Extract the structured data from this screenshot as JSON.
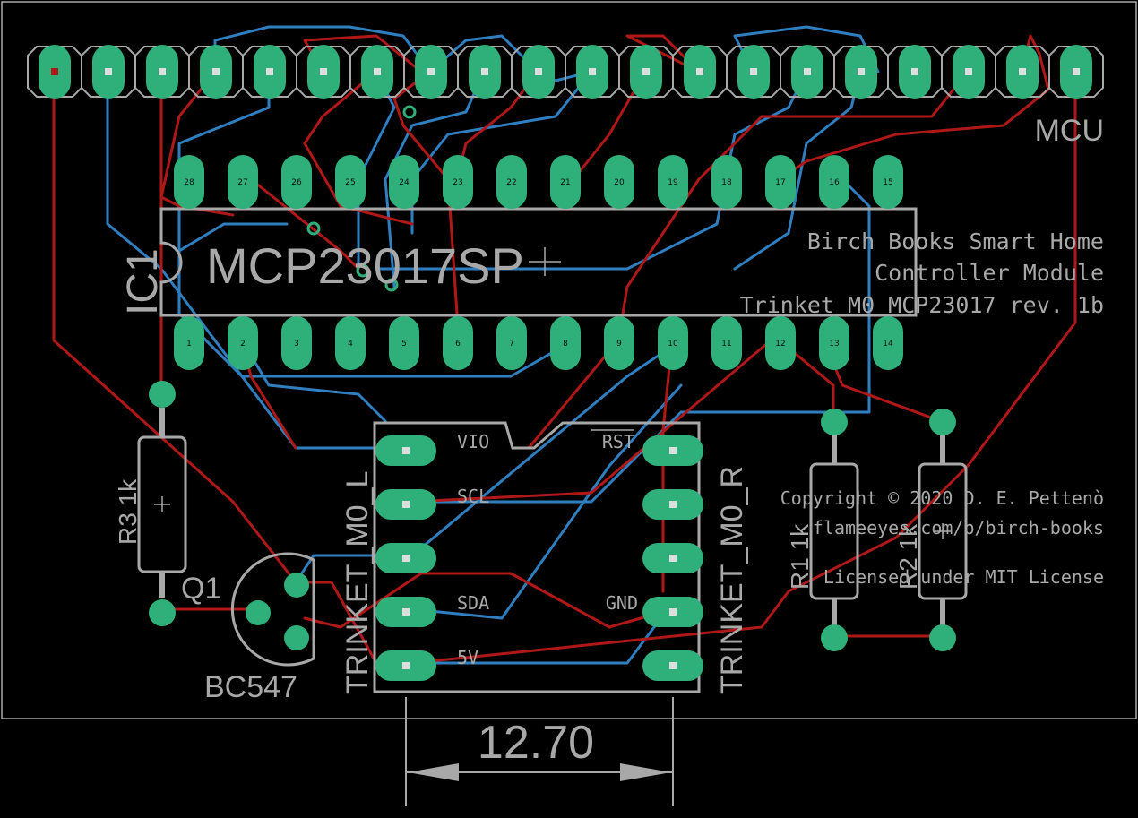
{
  "board": {
    "outline_color": "#a8a8a8",
    "pad_color": "#2fb07a",
    "top_copper_color": "#b01818",
    "bottom_copper_color": "#2f7fc0"
  },
  "labels": {
    "mcu": "MCU",
    "ic_ref": "IC1",
    "ic_value": "MCP23017SP",
    "title_line1": "Birch Books Smart Home",
    "title_line2": "Controller Module",
    "title_line3": "Trinket M0 MCP23017 rev. 1b",
    "copyright_line1": "Copyright © 2020 D. E. Pettenò",
    "copyright_line2": "flameeyes.com/p/birch-books",
    "copyright_line3": "Licensed under MIT License",
    "r3": "R3 1k",
    "r1": "R1 1k",
    "r2": "R2 1k",
    "q1": "Q1",
    "q1_value": "BC547",
    "trinket_left": "TRINKET_M0_L",
    "trinket_right": "TRINKET_M0_R",
    "pin_vio": "VIO",
    "pin_scl": "SCL",
    "pin_sda": "SDA",
    "pin_5v": "5V",
    "pin_rst": "RST",
    "pin_gnd": "GND",
    "dimension": "12.70"
  },
  "ic_pins": {
    "top": [
      "28",
      "27",
      "26",
      "25",
      "24",
      "23",
      "22",
      "21",
      "20",
      "19",
      "18",
      "17",
      "16",
      "15"
    ],
    "bottom": [
      "1",
      "2",
      "3",
      "4",
      "5",
      "6",
      "7",
      "8",
      "9",
      "10",
      "11",
      "12",
      "13",
      "14"
    ]
  }
}
